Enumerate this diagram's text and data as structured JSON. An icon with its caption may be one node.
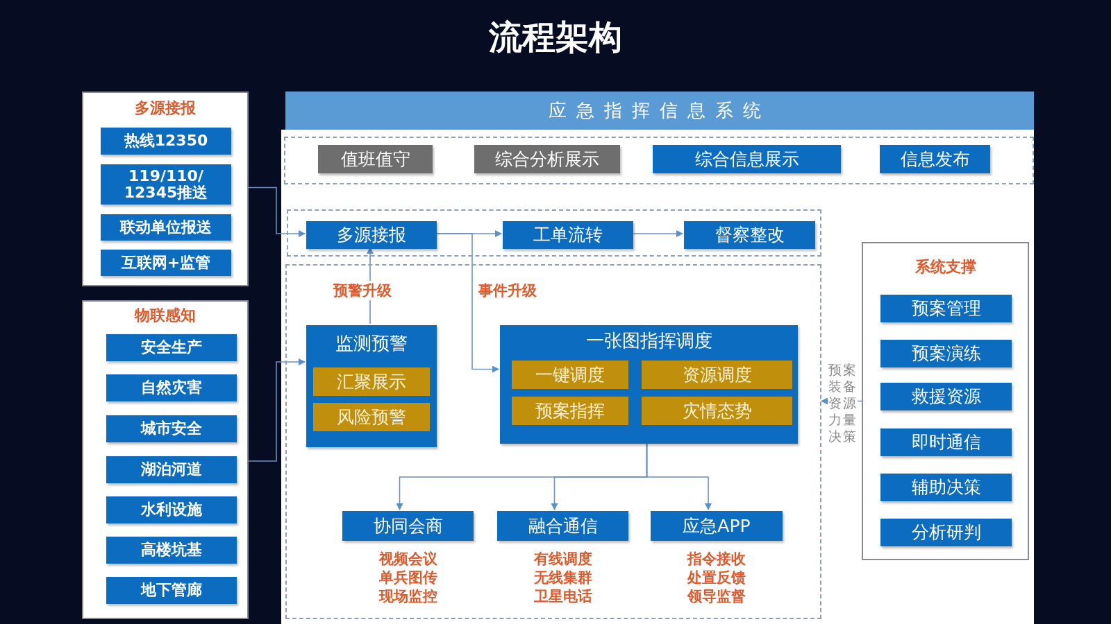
{
  "diagram": {
    "title": "流程架构",
    "nodes": [
      {
        "text": [
          "多源接报"
        ]
      },
      {
        "text": [
          "热线12350"
        ],
        "in": 0
      },
      {
        "text": [
          "119/110/ 12345推送"
        ],
        "in": 0
      },
      {
        "text": [
          "联动单位报送"
        ],
        "in": 0
      },
      {
        "text": [
          "互联网+监管"
        ],
        "in": 0
      },
      {
        "text": [
          "物联感知"
        ]
      },
      {
        "text": [
          "安全生产"
        ],
        "in": 5
      },
      {
        "text": [
          "自然灾害"
        ],
        "in": 5
      },
      {
        "text": [
          "城市安全"
        ],
        "in": 5
      },
      {
        "text": [
          "湖泊河道"
        ],
        "in": 5
      },
      {
        "text": [
          "水利设施"
        ],
        "in": 5
      },
      {
        "text": [
          "高楼坑基"
        ],
        "in": 5
      },
      {
        "text": [
          "地下管廊"
        ],
        "in": 5
      },
      {
        "text": [
          "应急指挥信息系统"
        ]
      },
      {
        "text": [],
        "shape": "box"
      },
      {
        "text": [
          "值班值守"
        ],
        "in": 14
      },
      {
        "text": [
          "综合分析展示"
        ],
        "in": 14
      },
      {
        "text": [
          "综合信息展示"
        ],
        "in": 14
      },
      {
        "text": [
          "信息发布"
        ],
        "in": 14
      },
      {
        "text": [],
        "shape": "box"
      },
      {
        "text": [
          "多源接报"
        ],
        "in": 19
      },
      {
        "text": [
          "工单流转"
        ],
        "in": 19
      },
      {
        "text": [
          "督察整改"
        ],
        "in": 19
      },
      {
        "text": [],
        "shape": "box"
      },
      {
        "text": [
          "监测预警"
        ],
        "in": 23
      },
      {
        "text": [
          "汇聚展示"
        ],
        "in": 24
      },
      {
        "text": [
          "风险预警"
        ],
        "in": 24
      },
      {
        "text": [
          "一张图指挥调度"
        ],
        "in": 23
      },
      {
        "text": [
          "一键调度"
        ],
        "in": 27
      },
      {
        "text": [
          "资源调度"
        ],
        "in": 27
      },
      {
        "text": [
          "预案指挥"
        ],
        "in": 27
      },
      {
        "text": [
          "灾情态势"
        ],
        "in": 27
      },
      {
        "text": [
          "协同会商"
        ],
        "in": 23,
        "beside": [
          "视频会议",
          "单兵图传",
          "现场监控"
        ]
      },
      {
        "text": [
          "融合通信"
        ],
        "in": 23,
        "beside": [
          "有线调度",
          "无线集群",
          "卫星电话"
        ]
      },
      {
        "text": [
          "应急APP"
        ],
        "in": 23,
        "beside": [
          "指令接收",
          "处置反馈",
          "领导监督"
        ]
      },
      {
        "text": [
          "系统支撑"
        ]
      },
      {
        "text": [
          "预案管理"
        ],
        "in": 35
      },
      {
        "text": [
          "预案演练"
        ],
        "in": 35
      },
      {
        "text": [
          "救援资源"
        ],
        "in": 35
      },
      {
        "text": [
          "即时通信"
        ],
        "in": 35
      },
      {
        "text": [
          "辅助决策"
        ],
        "in": 35
      },
      {
        "text": [
          "分析研判"
        ],
        "in": 35
      }
    ],
    "edges": [
      {
        "from": 0,
        "to": 20,
        "arrow": "to"
      },
      {
        "from": 20,
        "to": 21,
        "arrow": "to"
      },
      {
        "from": 21,
        "to": 22,
        "arrow": "to"
      },
      {
        "from": 24,
        "to": 20,
        "arrow": "to",
        "label": "预警升级"
      },
      {
        "from": 20,
        "to": 27,
        "arrow": "to",
        "label": "事件升级"
      },
      {
        "from": 5,
        "to": 24,
        "arrow": "to"
      },
      {
        "from": 27,
        "to": 32,
        "arrow": "to"
      },
      {
        "from": 27,
        "to": 33,
        "arrow": "to"
      },
      {
        "from": 27,
        "to": 34,
        "arrow": "to"
      },
      {
        "from": 35,
        "to": 23,
        "arrow": "to",
        "label": "预案装备资源力量决策"
      }
    ]
  }
}
